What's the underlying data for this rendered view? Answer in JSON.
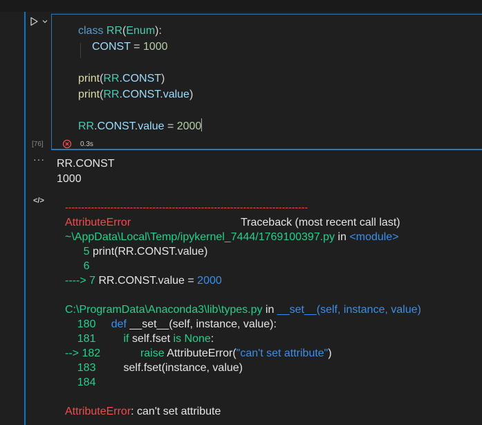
{
  "cell": {
    "execution_count": "[76]",
    "status_icon": "error-circle-icon",
    "duration": "0.3s",
    "more_actions": "···",
    "output_icon_label": "</>"
  },
  "code": {
    "l1_kw": "class",
    "l1_cls": "RR",
    "l1_open": "(",
    "l1_base": "Enum",
    "l1_close": "):",
    "l2_name": "CONST",
    "l2_eq": " = ",
    "l2_val": "1000",
    "l3_fn": "print",
    "l3_open": "(",
    "l3_cls": "RR",
    "l3_dot": ".",
    "l3_attr": "CONST",
    "l3_close": ")",
    "l4_fn": "print",
    "l4_open": "(",
    "l4_cls": "RR",
    "l4_dot": ".",
    "l4_attr": "CONST",
    "l4_dot2": ".",
    "l4_attr2": "value",
    "l4_close": ")",
    "l5_cls": "RR",
    "l5_dot": ".",
    "l5_attr": "CONST",
    "l5_dot2": ".",
    "l5_attr2": "value",
    "l5_eq": " = ",
    "l5_val": "2000"
  },
  "output": {
    "line1": "RR.CONST",
    "line2": "1000"
  },
  "traceback": {
    "dashes": "---------------------------------------------------------------------------",
    "error_name": "AttributeError",
    "header_right": "Traceback (most recent call last)",
    "file1_path": "~\\AppData\\Local\\Temp/ipykernel_7444/1769100397.py",
    "file1_in": " in ",
    "file1_module": "<module>",
    "f1_l1_no": "      5 ",
    "f1_l1_code": "print(RR.CONST.value)",
    "f1_l2_no": "      6",
    "f1_l3_arrow": "----> 7 ",
    "f1_l3_code_a": "RR.CONST.value = ",
    "f1_l3_code_b": "2000",
    "file2_path": "C:\\ProgramData\\Anaconda3\\lib\\types.py",
    "file2_in": " in ",
    "file2_func": "__set__(self, instance, value)",
    "f2_l1_no": "    180 ",
    "f2_l1_kw": "    def ",
    "f2_l1_code": "__set__(self, instance, value):",
    "f2_l2_no": "    181 ",
    "f2_l2_kw": "        if ",
    "f2_l2_code": "self.fset ",
    "f2_l2_kw2": "is None",
    "f2_l2_end": ":",
    "f2_l3_arrow": "--> 182 ",
    "f2_l3_kw": "            raise ",
    "f2_l3_code": "AttributeError(",
    "f2_l3_str": "\"can't set attribute\"",
    "f2_l3_end": ")",
    "f2_l4_no": "    183 ",
    "f2_l4_code": "        self.fset(instance, value)",
    "f2_l5_no": "    184",
    "final_error": "AttributeError",
    "final_msg": ": can't set attribute"
  },
  "colors": {
    "accent": "#007acc",
    "error_red": "#f14c4c",
    "ansi_green": "#23d18b",
    "ansi_blue": "#3b8eea"
  }
}
